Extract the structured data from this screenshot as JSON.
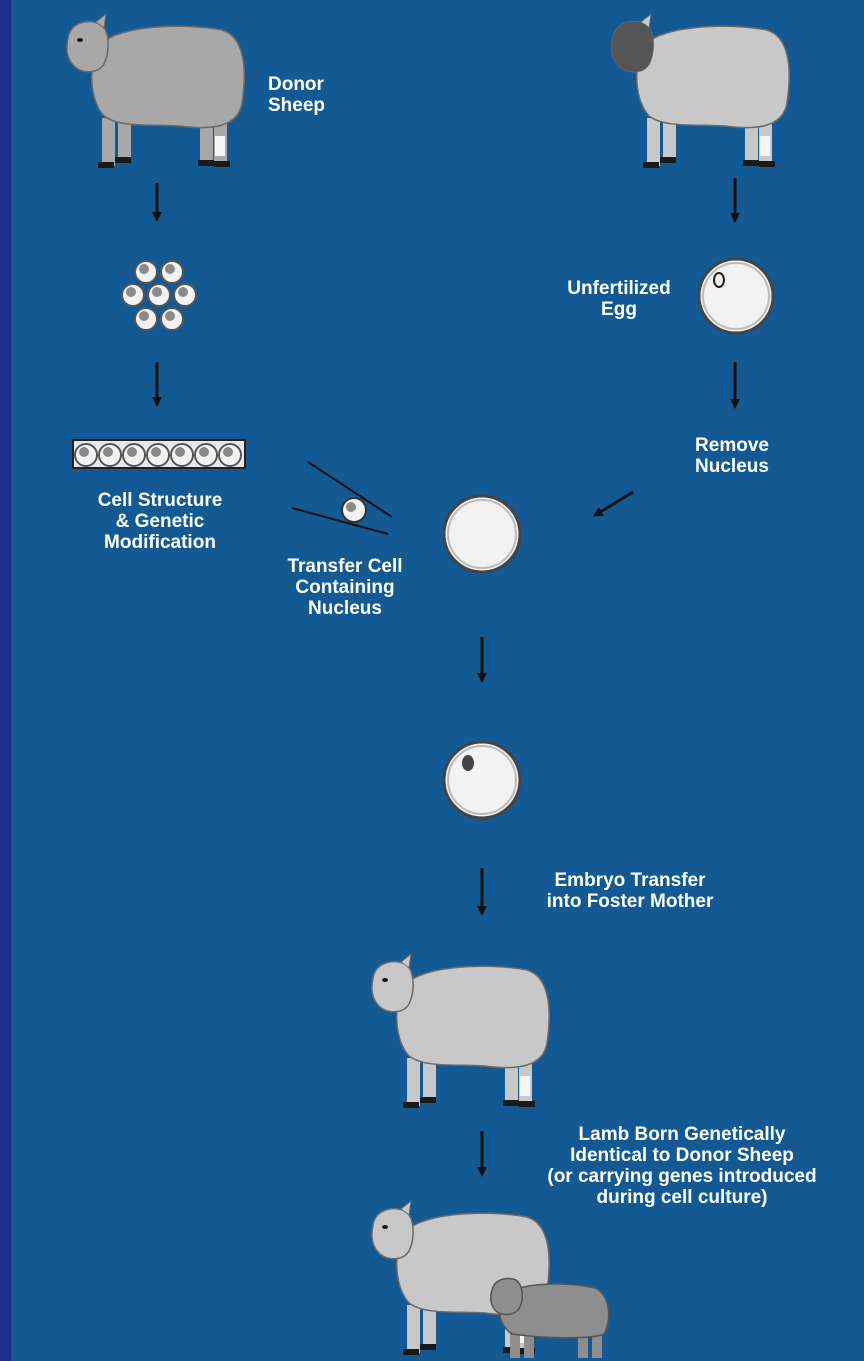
{
  "labels": {
    "donor_sheep": "Donor\nSheep",
    "unfertilized_egg": "Unfertilized\nEgg",
    "remove_nucleus": "Remove\nNucleus",
    "cell_structure": "Cell Structure\n& Genetic\nModification",
    "transfer_cell": "Transfer Cell\nContaining\nNucleus",
    "embryo_transfer": "Embryo Transfer\ninto Foster Mother",
    "lamb_born": "Lamb Born Genetically\nIdentical to Donor Sheep\n(or carrying genes introduced\nduring cell culture)"
  },
  "colors": {
    "background": "#135A94",
    "edge_bar": "#1E2E8C",
    "sheep_body": "#C8C8C8",
    "donor_sheep_body": "#A8A8A8",
    "lamb_body": "#8E8E8E",
    "cell_fill": "#F2F2F2",
    "label_text": "#FFFFFF"
  },
  "icons": {
    "donor_sheep": "sheep-icon",
    "egg_sheep": "sheep-icon",
    "foster_sheep": "sheep-icon",
    "mother_sheep": "sheep-icon",
    "lamb": "lamb-icon",
    "cell_cluster": "cell-cluster-icon",
    "cell_row": "cell-culture-row-icon",
    "pipette": "micropipette-icon",
    "egg": "egg-cell-icon",
    "enucleated_egg": "enucleated-egg-icon",
    "embryo": "embryo-cell-icon"
  }
}
